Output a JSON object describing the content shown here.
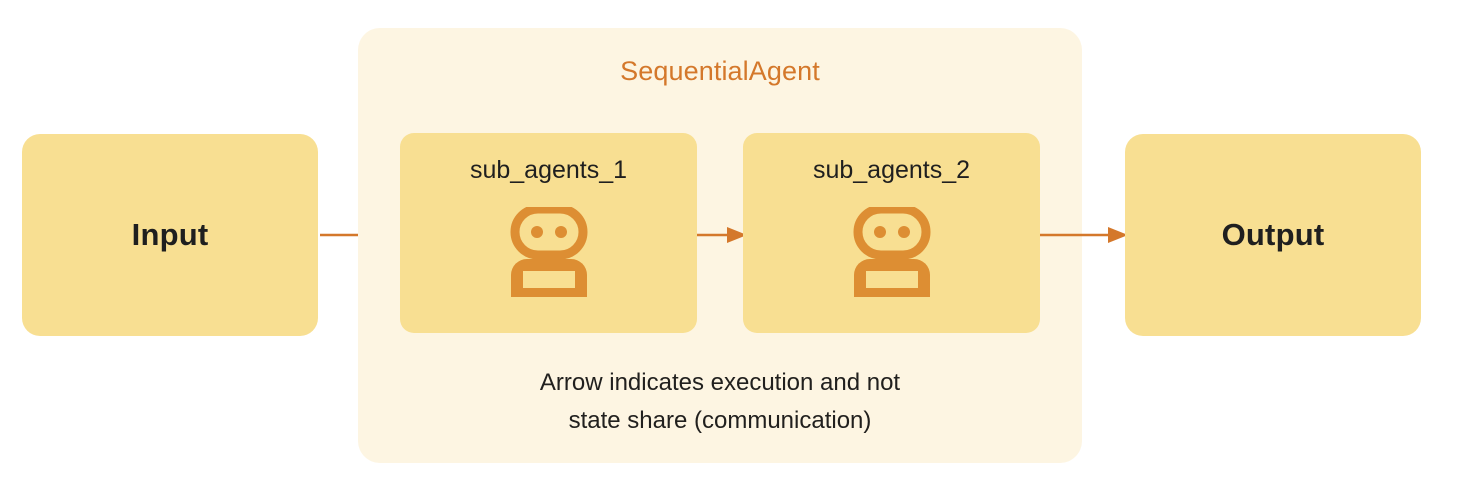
{
  "diagram": {
    "type": "flow",
    "container": {
      "title": "SequentialAgent",
      "title_color": "#D4782B",
      "background_color": "#FDF5E2"
    },
    "nodes": [
      {
        "id": "input",
        "label": "Input",
        "kind": "io",
        "fill": "#F8DF92",
        "text_color": "#1F1F1F"
      },
      {
        "id": "sub_agents_1",
        "label": "sub_agents_1",
        "kind": "agent",
        "icon": "robot-icon",
        "fill": "#F8DF92",
        "icon_color": "#DD8E33"
      },
      {
        "id": "sub_agents_2",
        "label": "sub_agents_2",
        "kind": "agent",
        "icon": "robot-icon",
        "fill": "#F8DF92",
        "icon_color": "#DD8E33"
      },
      {
        "id": "output",
        "label": "Output",
        "kind": "io",
        "fill": "#F8DF92",
        "text_color": "#1F1F1F"
      }
    ],
    "edges": [
      {
        "from": "input",
        "to": "sub_agents_1",
        "color": "#D4782B"
      },
      {
        "from": "sub_agents_1",
        "to": "sub_agents_2",
        "color": "#D4782B"
      },
      {
        "from": "sub_agents_2",
        "to": "output",
        "color": "#D4782B"
      }
    ],
    "caption": {
      "line1": "Arrow indicates execution and not",
      "line2": "state share (communication)"
    }
  }
}
